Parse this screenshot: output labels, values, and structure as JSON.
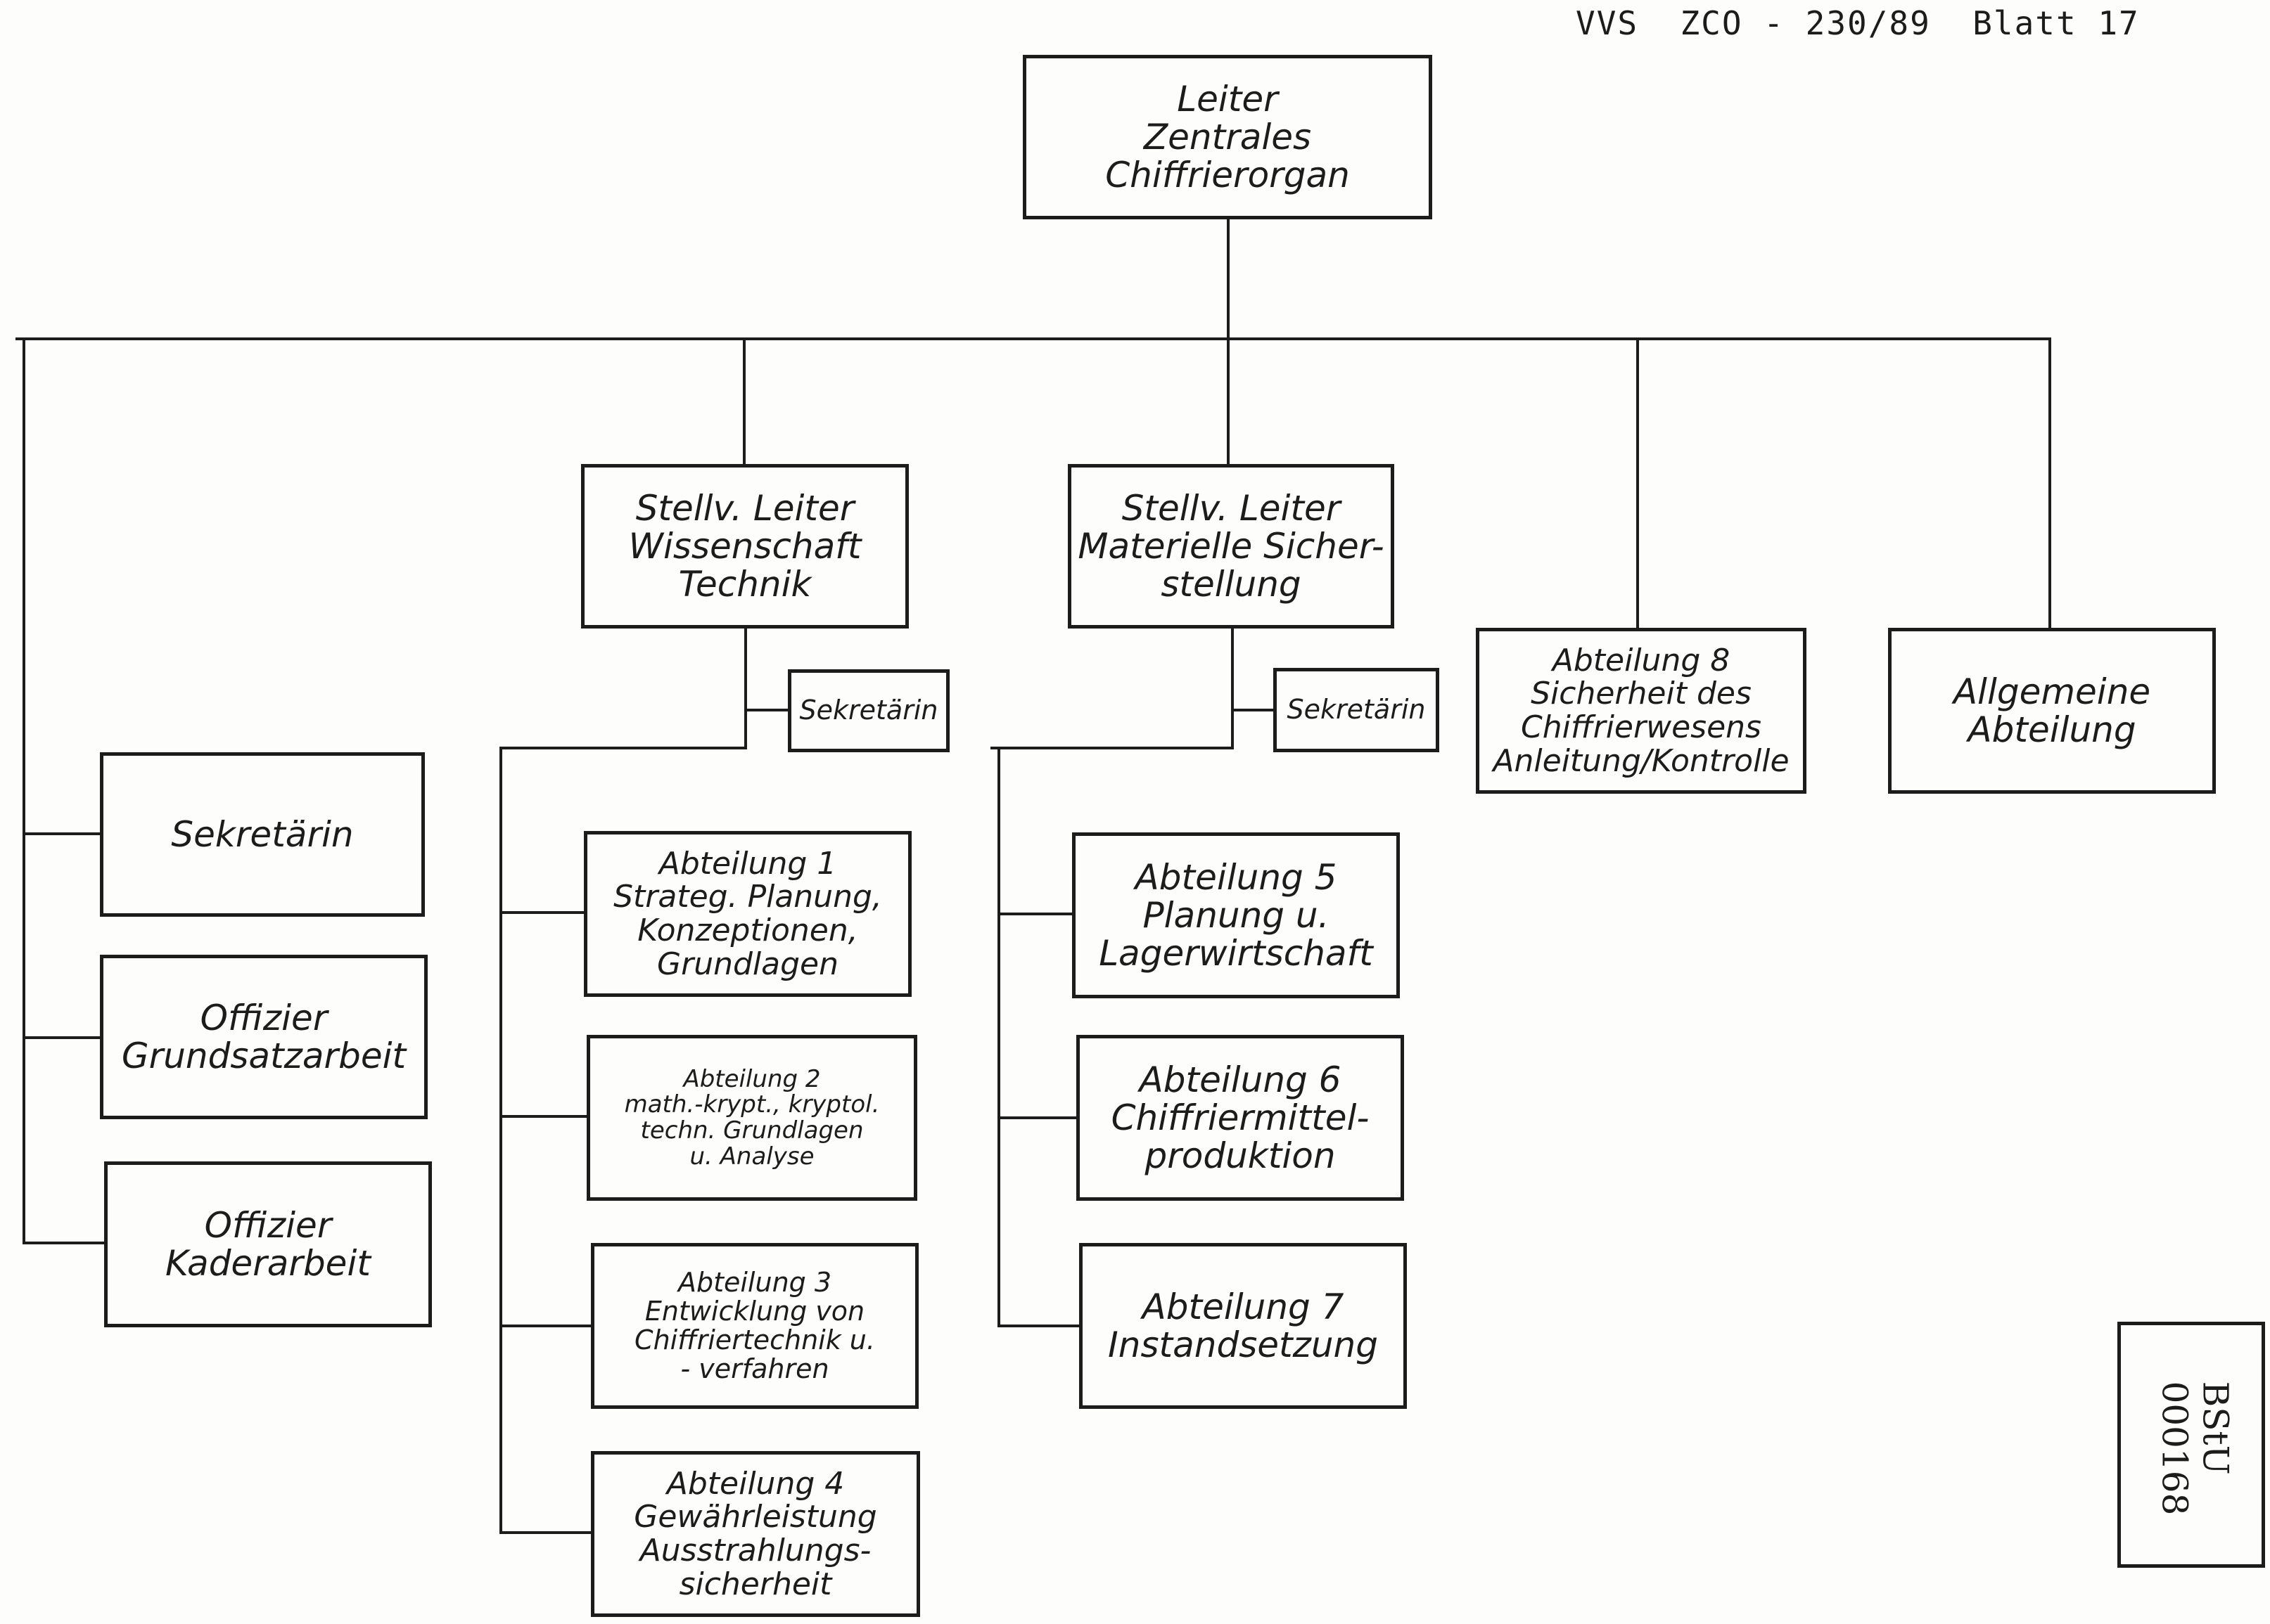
{
  "header": {
    "reference": "VVS  ZCO - 230/89  Blatt 17"
  },
  "nodes": {
    "leiter": [
      "Leiter",
      "Zentrales",
      "Chiffrierorgan"
    ],
    "sekretaerin_left": [
      "Sekretärin"
    ],
    "offizier_grundsatz": [
      "Offizier",
      "Grundsatzarbeit"
    ],
    "offizier_kader": [
      "Offizier",
      "Kaderarbeit"
    ],
    "stellv_wt": [
      "Stellv. Leiter",
      "Wissenschaft",
      "Technik"
    ],
    "sekretaerin_wt": [
      "Sekretärin"
    ],
    "abt1": [
      "Abteilung 1",
      "Strateg. Planung,",
      "Konzeptionen,",
      "Grundlagen"
    ],
    "abt2": [
      "Abteilung 2",
      "math.-krypt., kryptol.",
      "techn. Grundlagen",
      "u. Analyse"
    ],
    "abt3": [
      "Abteilung 3",
      "Entwicklung von",
      "Chiffriertechnik u.",
      "- verfahren"
    ],
    "abt4": [
      "Abteilung 4",
      "Gewährleistung",
      "Ausstrahlungs-",
      "sicherheit"
    ],
    "stellv_ms": [
      "Stellv. Leiter",
      "Materielle Sicher-",
      "stellung"
    ],
    "sekretaerin_ms": [
      "Sekretärin"
    ],
    "abt5": [
      "Abteilung 5",
      "Planung u.",
      "Lagerwirtschaft"
    ],
    "abt6": [
      "Abteilung 6",
      "Chiffriermittel-",
      "produktion"
    ],
    "abt7": [
      "Abteilung 7",
      "Instandsetzung"
    ],
    "abt8": [
      "Abteilung 8",
      "Sicherheit des",
      "Chiffrierwesens",
      "Anleitung/Kontrolle"
    ],
    "allgemeine": [
      "Allgemeine",
      "Abteilung"
    ]
  },
  "stamp": {
    "lines": [
      "BStU",
      "000168"
    ]
  }
}
